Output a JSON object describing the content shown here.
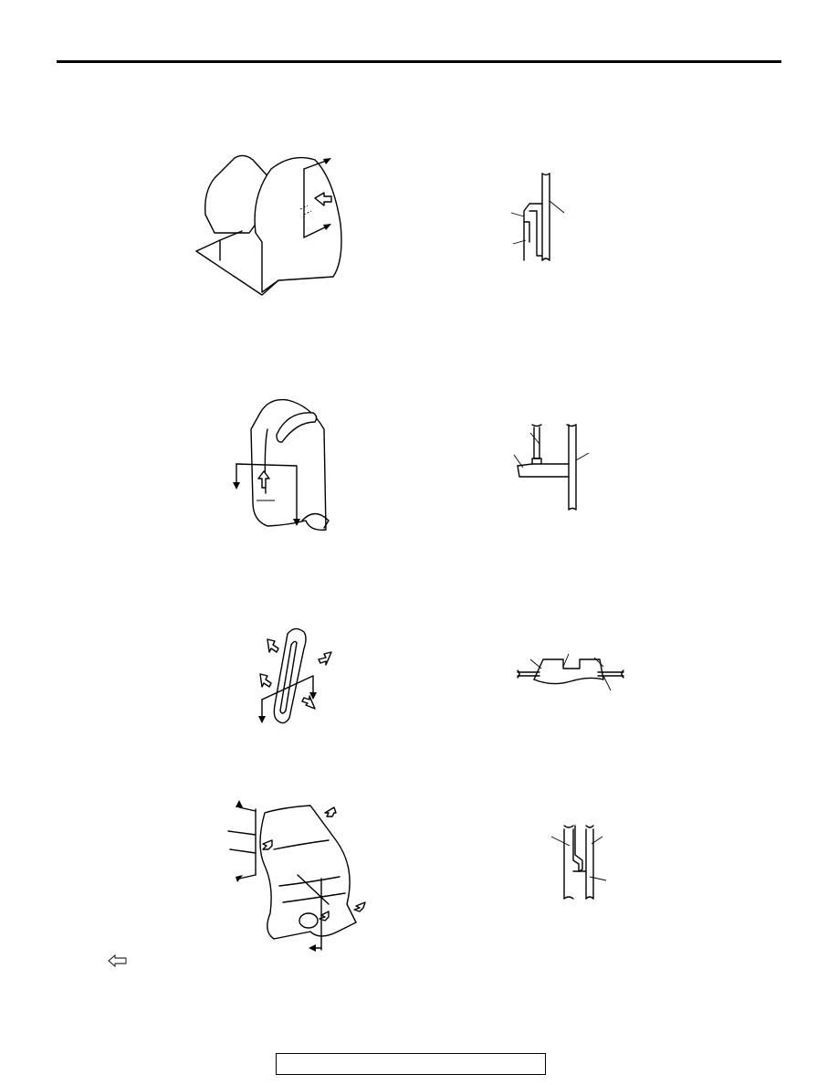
{
  "page": {
    "footer_text": ""
  },
  "figures": [
    {
      "icon": "cover-clip-removal-illustration"
    },
    {
      "icon": "clip-section-illustration"
    },
    {
      "icon": "garnish-removal-illustration"
    },
    {
      "icon": "hook-section-illustration"
    },
    {
      "icon": "trim-piece-clips-illustration"
    },
    {
      "icon": "claw-section-illustration"
    },
    {
      "icon": "bracket-cover-clips-illustration"
    },
    {
      "icon": "tab-section-illustration"
    }
  ],
  "legend": {
    "icon": "hollow-arrow-icon",
    "label": ""
  }
}
